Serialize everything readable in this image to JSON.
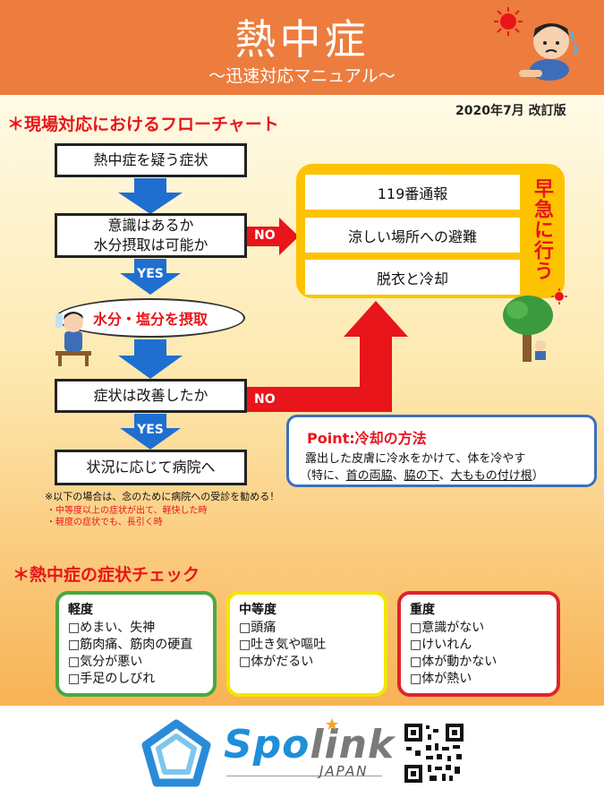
{
  "header": {
    "title": "熱中症",
    "subtitle": "〜迅速対応マニュアル〜"
  },
  "revision": "2020年7月 改訂版",
  "flow": {
    "section_title": "＊現場対応におけるフローチャート",
    "step1": "熱中症を疑う症状",
    "step2_line1": "意識はあるか",
    "step2_line2": "水分摂取は可能か",
    "step3": "水分・塩分を摂取",
    "step4": "症状は改善したか",
    "step5": "状況に応じて病院へ",
    "yes_label": "YES",
    "no_label": "NO",
    "urgent_actions": [
      "119番通報",
      "涼しい場所への避難",
      "脱衣と冷却"
    ],
    "urgent_label": "早急に行う"
  },
  "point": {
    "title": "Point:冷却の方法",
    "line1": "露出した皮膚に冷水をかけて、体を冷やす",
    "line2_prefix": "（特に、",
    "line2_a": "首の両脇",
    "line2_sep1": "、",
    "line2_b": "脇の下",
    "line2_sep2": "、",
    "line2_c": "大ももの付け根",
    "line2_suffix": "）"
  },
  "notes": {
    "main": "※以下の場合は、念のために病院への受診を勧める！",
    "item1": "・中等度以上の症状が出て、軽快した時",
    "item2": "・軽度の症状でも、長引く時"
  },
  "symptoms": {
    "section_title": "＊熱中症の症状チェック",
    "cards": [
      {
        "title": "軽度",
        "items": [
          "□めまい、失神",
          "□筋肉痛、筋肉の硬直",
          "□気分が悪い",
          "□手足のしびれ"
        ],
        "color": "#4aa842"
      },
      {
        "title": "中等度",
        "items": [
          "□頭痛",
          "□吐き気や嘔吐",
          "□体がだるい"
        ],
        "color": "#f2e600"
      },
      {
        "title": "重度",
        "items": [
          "□意識がない",
          "□けいれん",
          "□体が動かない",
          "□体が熱い"
        ],
        "color": "#e0242c"
      }
    ]
  },
  "footer": {
    "brand_a": "Spo",
    "brand_b": "link",
    "brand_sub": "JAPAN"
  },
  "colors": {
    "header_bg": "#ec7d3e",
    "accent_red": "#e8151b",
    "arrow_blue": "#1f6fd0",
    "panel_yellow": "#fdc200",
    "point_border": "#3a6fbf"
  }
}
